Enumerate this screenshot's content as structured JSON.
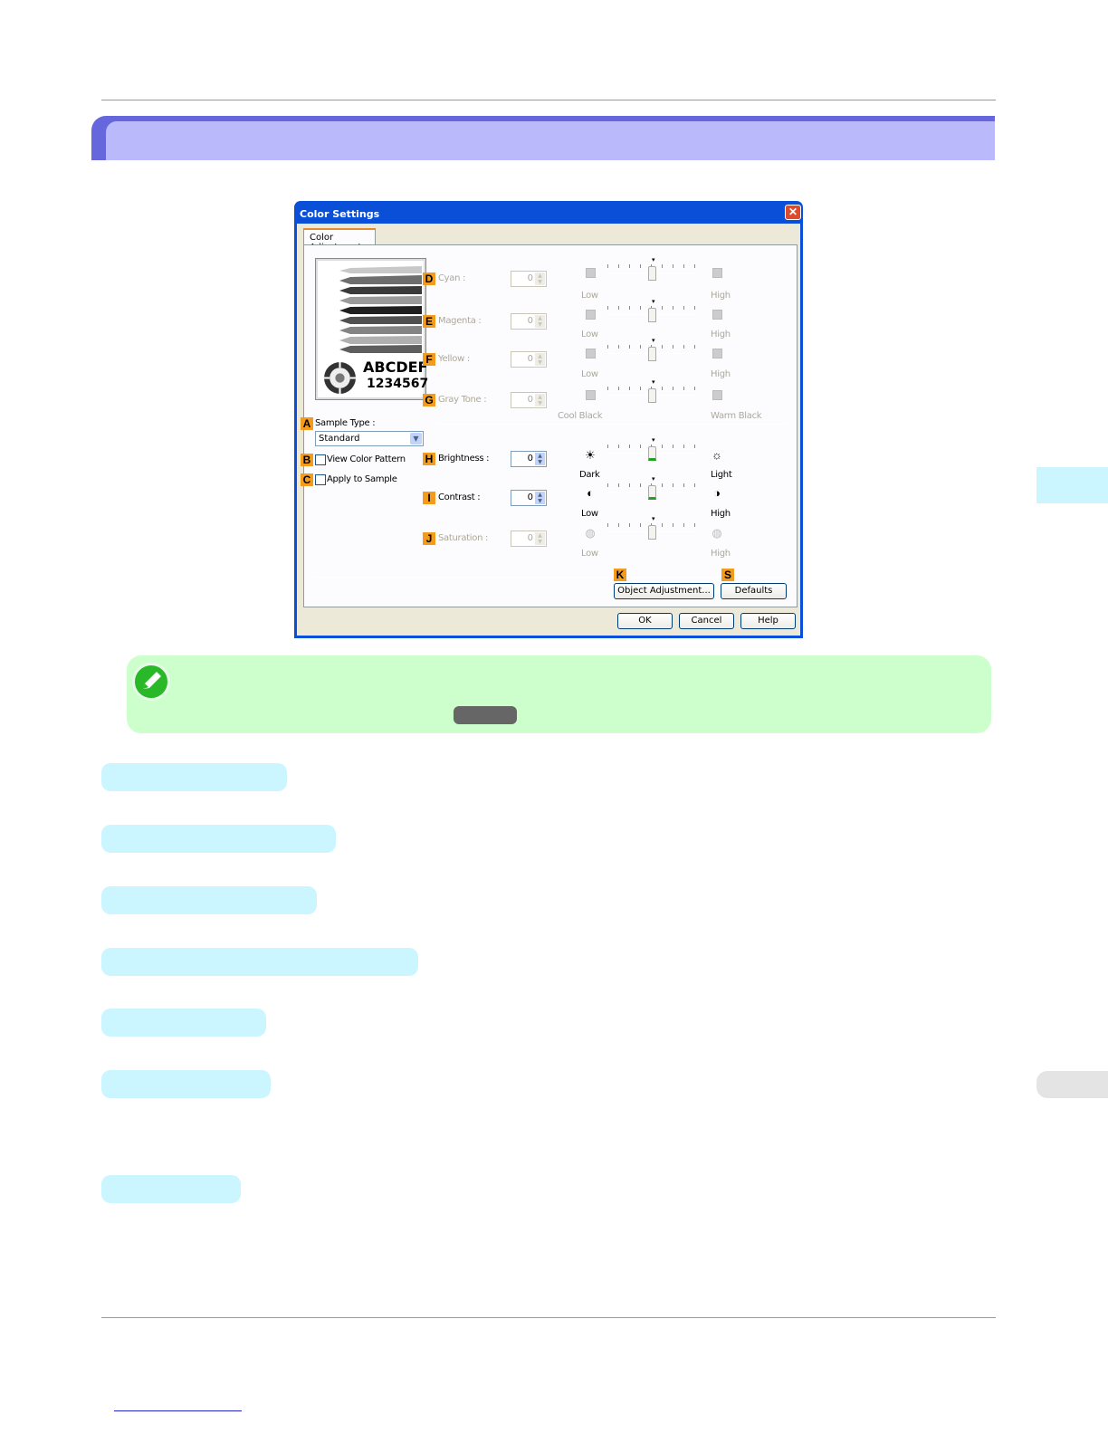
{
  "dialog": {
    "title": "Color Settings",
    "close": "✕",
    "tab": "Color Adjustment",
    "preview": {
      "line1": "ABCDEF",
      "line2": "1234567"
    },
    "sample_type": {
      "label": "Sample Type :",
      "value": "Standard"
    },
    "view_color_pattern": "View Color Pattern",
    "apply_to_sample": "Apply to Sample",
    "rows": {
      "cyan": {
        "label": "Cyan :",
        "value": "0",
        "low": "Low",
        "high": "High"
      },
      "magenta": {
        "label": "Magenta :",
        "value": "0",
        "low": "Low",
        "high": "High"
      },
      "yellow": {
        "label": "Yellow :",
        "value": "0",
        "low": "Low",
        "high": "High"
      },
      "gray": {
        "label": "Gray Tone :",
        "value": "0",
        "low": "Cool Black",
        "high": "Warm Black"
      },
      "brightness": {
        "label": "Brightness :",
        "value": "0",
        "low": "Dark",
        "high": "Light"
      },
      "contrast": {
        "label": "Contrast :",
        "value": "0",
        "low": "Low",
        "high": "High"
      },
      "saturation": {
        "label": "Saturation :",
        "value": "0",
        "low": "Low",
        "high": "High"
      }
    },
    "badges": {
      "A": "A",
      "B": "B",
      "C": "C",
      "D": "D",
      "E": "E",
      "F": "F",
      "G": "G",
      "H": "H",
      "I": "I",
      "J": "J",
      "K": "K",
      "S": "S"
    },
    "buttons": {
      "object_adjustment": "Object Adjustment...",
      "defaults": "Defaults",
      "ok": "OK",
      "cancel": "Cancel",
      "help": "Help"
    }
  },
  "colors": {
    "banner": "#b9b9fb",
    "banner_edge": "#6666dd",
    "note_bg": "#ccffcc",
    "pill_bg": "#ccf6ff",
    "badge": "#f39b1c",
    "titlebar": "#0a4fd8"
  },
  "icons": [
    "pencil-note-icon",
    "close-icon",
    "sun-icon",
    "contrast-icon",
    "saturation-icon",
    "dropdown-arrow-icon"
  ]
}
